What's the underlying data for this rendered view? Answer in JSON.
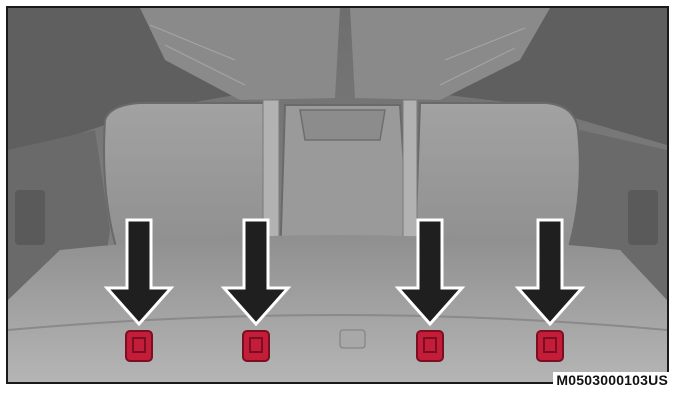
{
  "figure": {
    "code": "M0503000103US",
    "colors": {
      "border": "#1a1a1a",
      "background": "#7d7d7d",
      "arrow_fill": "#1f1f1f",
      "arrow_outline": "#ffffff",
      "anchor_fill": "#c41d3a",
      "anchor_dark": "#7a0f22"
    },
    "callouts": [
      {
        "name": "lower-anchor-1",
        "icon": "down-arrow-icon"
      },
      {
        "name": "lower-anchor-2",
        "icon": "down-arrow-icon"
      },
      {
        "name": "lower-anchor-3",
        "icon": "down-arrow-icon"
      },
      {
        "name": "lower-anchor-4",
        "icon": "down-arrow-icon"
      }
    ]
  }
}
